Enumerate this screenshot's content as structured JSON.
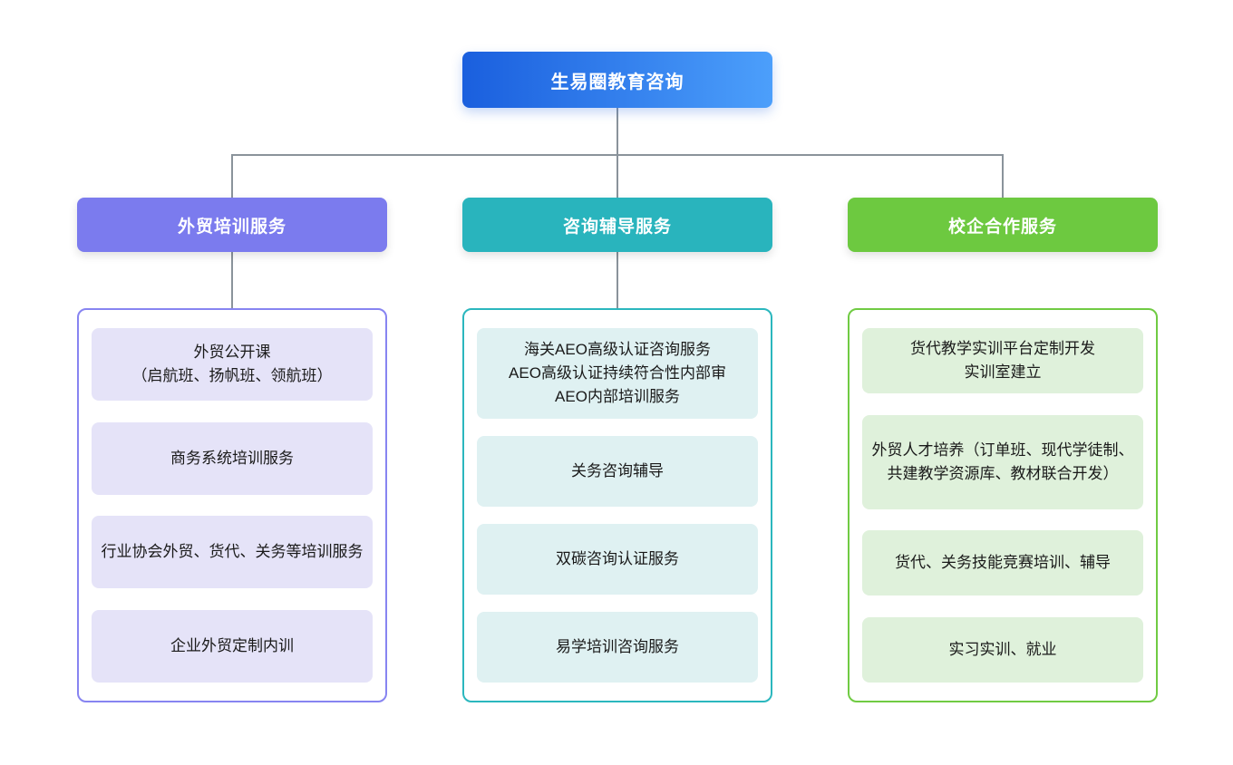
{
  "root": {
    "label": "生易圈教育咨询",
    "gradient_from": "#1A5FDE",
    "gradient_to": "#4C9FFB",
    "text_color": "#ffffff"
  },
  "connector_color": "#8A939B",
  "columns": [
    {
      "header": "外贸培训服务",
      "colors": {
        "header": "#7B7BEE",
        "border": "#8784F1",
        "item_bg": "#E5E3F8"
      },
      "items": [
        "外贸公开课\n（启航班、扬帆班、领航班）",
        "商务系统培训服务",
        "行业协会外贸、货代、关务等培训服务",
        "企业外贸定制内训"
      ]
    },
    {
      "header": "咨询辅导服务",
      "colors": {
        "header": "#29B4BD",
        "border": "#2BB7BE",
        "item_bg": "#DFF1F2"
      },
      "items": [
        "海关AEO高级认证咨询服务\nAEO高级认证持续符合性内部审\nAEO内部培训服务",
        "关务咨询辅导",
        "双碳咨询认证服务",
        "易学培训咨询服务"
      ]
    },
    {
      "header": "校企合作服务",
      "colors": {
        "header": "#6DC940",
        "border": "#70CB43",
        "item_bg": "#DFF1DB"
      },
      "items": [
        "货代教学实训平台定制开发\n实训室建立",
        "外贸人才培养（订单班、现代学徒制、共建教学资源库、教材联合开发）",
        "货代、关务技能竞赛培训、辅导",
        "实习实训、就业"
      ]
    }
  ]
}
